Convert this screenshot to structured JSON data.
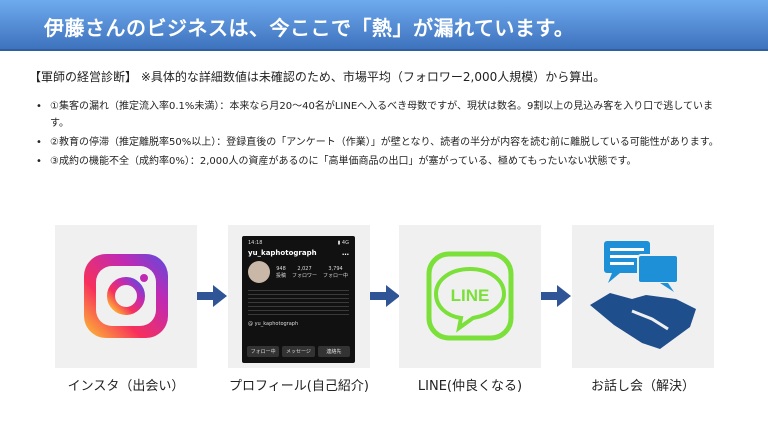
{
  "header": {
    "title": "伊藤さんのビジネスは、今ここで「熱」が漏れています。"
  },
  "diagnosis": "【軍師の経営診断】 ※具体的な詳細数値は未確認のため、市場平均（フォロワー2,000人規模）から算出。",
  "bullets": [
    "①集客の漏れ（推定流入率0.1%未満）：本来なら月20〜40名がLINEへ入るべき母数ですが、現状は数名。9割以上の見込み客を入り口で逃しています。",
    "②教育の停滞（推定離脱率50%以上）：登録直後の「アンケート（作業）」が壁となり、読者の半分が内容を読む前に離脱している可能性があります。",
    "③成約の機能不全（成約率0%）：2,000人の資産があるのに「高単価商品の出口」が塞がっている、極めてもったいない状態です。"
  ],
  "steps": [
    {
      "label": "インスタ（出会い）",
      "icon": "instagram-icon"
    },
    {
      "label": "プロフィール(自己紹介)",
      "icon": "profile-screenshot"
    },
    {
      "label": "LINE(仲良くなる)",
      "icon": "line-icon"
    },
    {
      "label": "お話し会（解決）",
      "icon": "handshake-icon"
    }
  ],
  "profile": {
    "time": "14:18",
    "username": "yu_kaphotograph",
    "posts": "948",
    "posts_label": "投稿",
    "followers": "2,027",
    "followers_label": "フォロワー",
    "following": "3,794",
    "following_label": "フォロー中",
    "handle": "@ yu_kaphotograph",
    "btn_following": "フォロー中",
    "btn_message": "メッセージ",
    "btn_contact": "連絡先"
  },
  "line_text": "LINE",
  "colors": {
    "header": "#4a80c8",
    "arrow": "#2f5596",
    "line": "#7be03a",
    "chat": "#1e90d8",
    "hands": "#1f4e8c"
  }
}
